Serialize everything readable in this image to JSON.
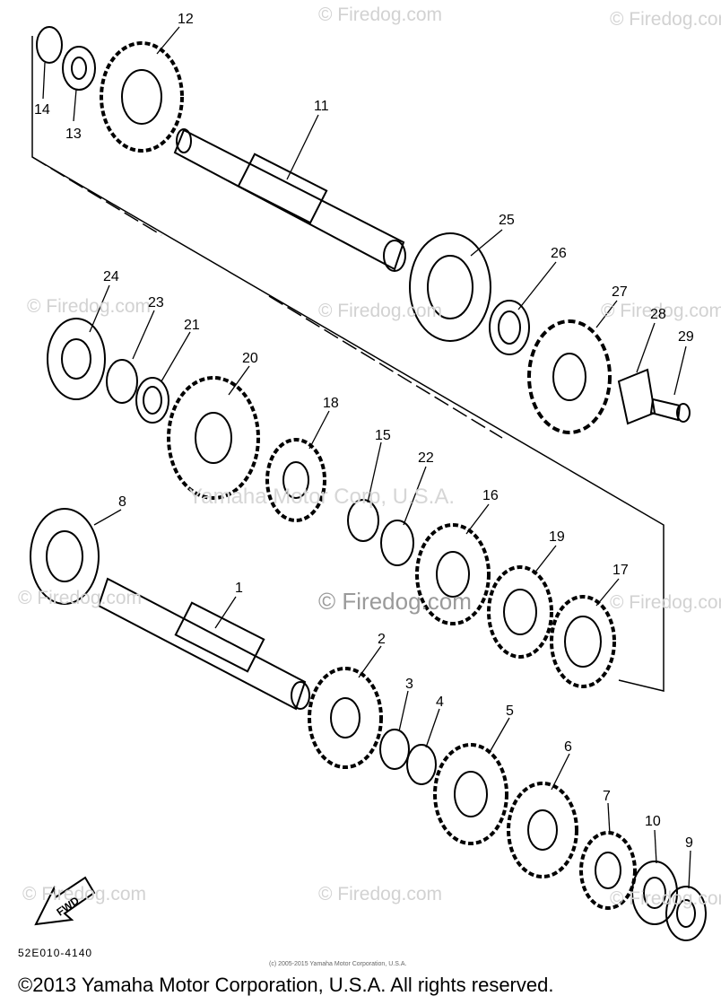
{
  "callouts": [
    "12",
    "14",
    "13",
    "11",
    "25",
    "26",
    "27",
    "28",
    "29",
    "24",
    "23",
    "21",
    "20",
    "18",
    "15",
    "22",
    "16",
    "19",
    "17",
    "8",
    "1",
    "2",
    "3",
    "4",
    "5",
    "6",
    "7",
    "10",
    "9"
  ],
  "watermark": {
    "text": "© Firedog.com",
    "center_text": "© Firedog.com",
    "overlay_text": "Yamaha Motor Corp, U.S.A."
  },
  "fwd_label": "FWD",
  "part_code": "52E010-4140",
  "small_copyright": "(c) 2005-2015 Yamaha Motor Corporation, U.S.A.",
  "copyright": "©2013 Yamaha Motor Corporation, U.S.A. All rights reserved."
}
